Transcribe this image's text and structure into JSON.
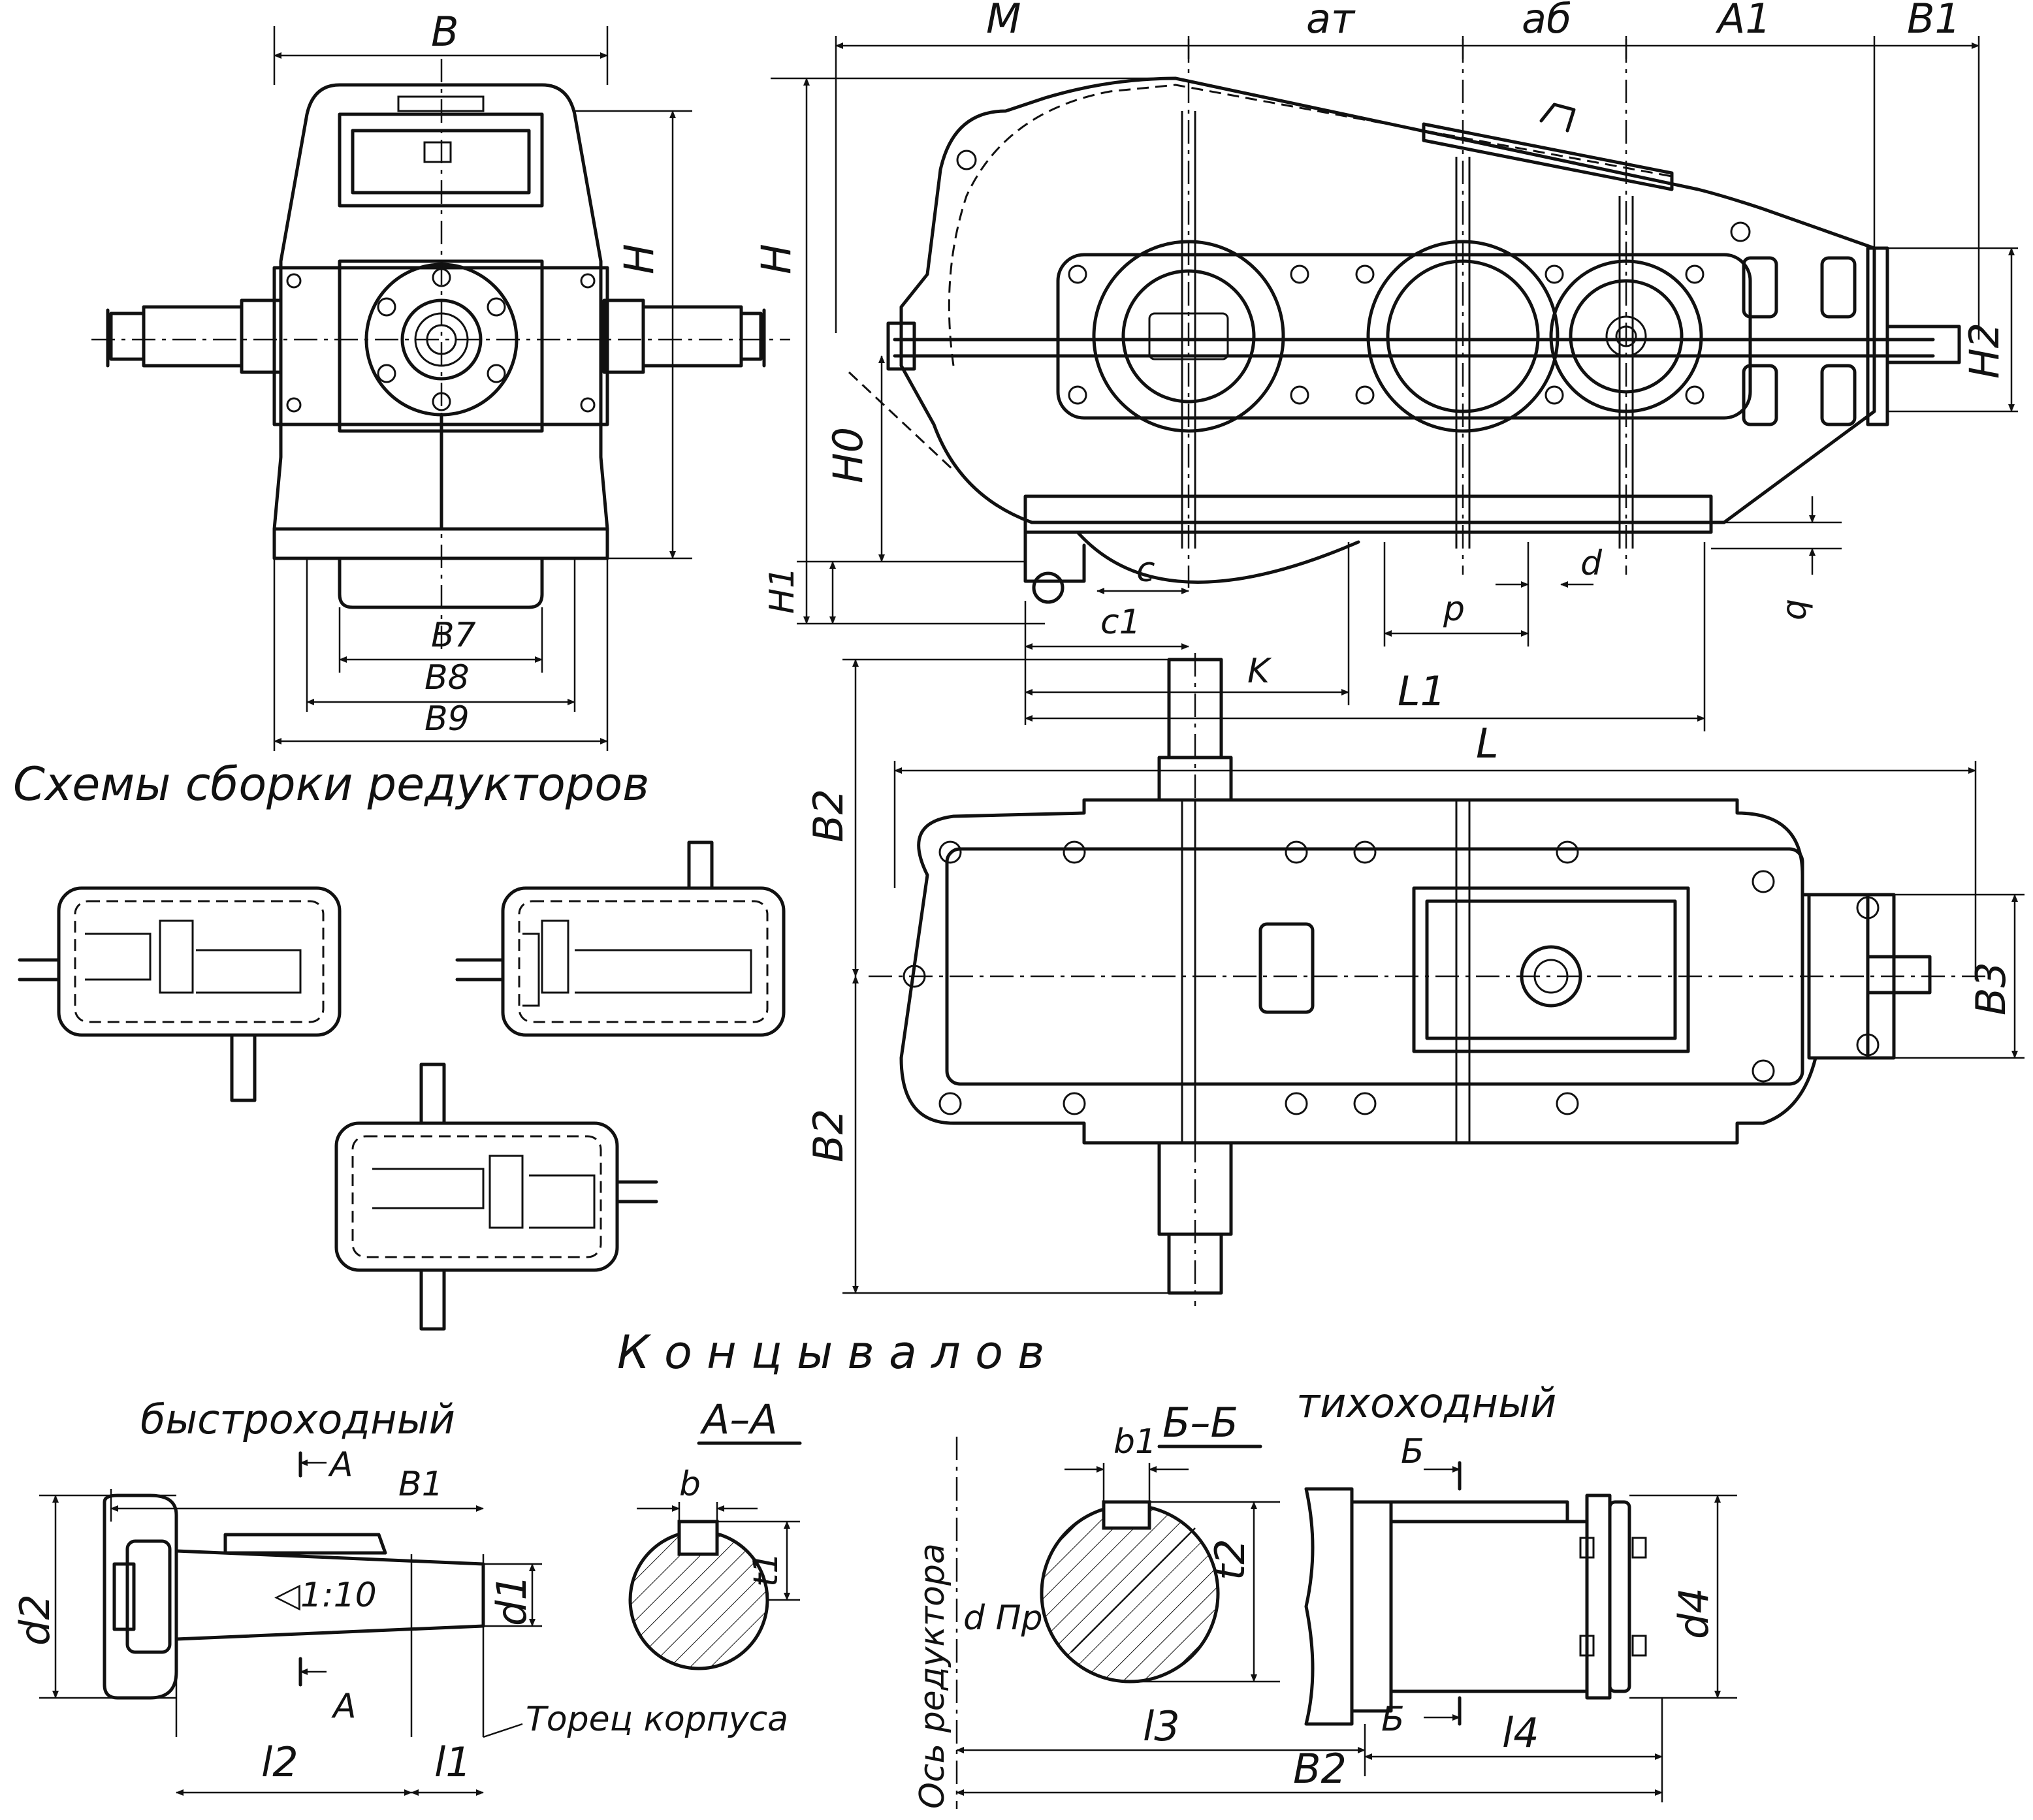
{
  "title_schemes": "Схемы сборки редукторов",
  "title_shaft_ends": "К о н ц ы   в а л о в",
  "caption_fast": "быстроходный",
  "caption_slow": "тихоходный",
  "caption_body_face": "Торец корпуса",
  "caption_axis": "Ось редуктора",
  "section_aa": "А–А",
  "section_bb": "Б–Б",
  "taper": "◁1:10",
  "dims": {
    "B": "B",
    "H": "H",
    "B7": "B7",
    "B8": "B8",
    "B9": "B9",
    "M": "M",
    "aT": "aт",
    "ab": "aб",
    "A1": "A1",
    "B1": "B1",
    "H0": "H0",
    "H1": "H1",
    "H2": "H2",
    "c": "c",
    "c1": "c1",
    "K": "K",
    "p": "p",
    "d": "d",
    "q": "q",
    "L1": "L1",
    "L": "L",
    "B2": "B2",
    "B3": "B3",
    "A": "A",
    "d2": "d2",
    "d1": "d1",
    "l1": "l1",
    "l2": "l2",
    "b": "b",
    "t1": "t1",
    "b1": "b1",
    "t2": "t2",
    "dPr": "d Пр",
    "l3": "l3",
    "l4": "l4",
    "d4": "d4",
    "BB": "Б"
  }
}
